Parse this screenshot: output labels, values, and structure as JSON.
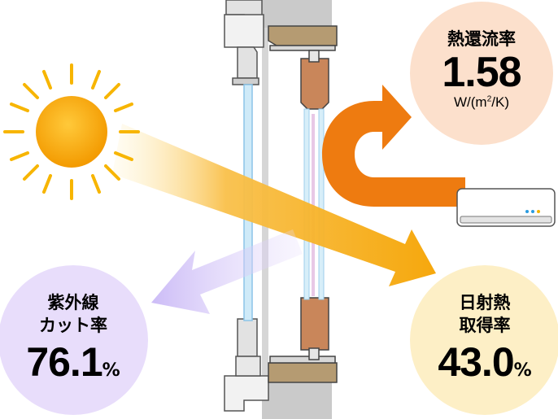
{
  "heat_transfer": {
    "label": "熱還流率",
    "value": "1.58",
    "unit_prefix": "W/(m",
    "unit_sup": "2",
    "unit_suffix": "/K)"
  },
  "uv_cut": {
    "label_line1": "紫外線",
    "label_line2": "カット率",
    "value": "76.1",
    "unit": "%"
  },
  "solar_gain": {
    "label_line1": "日射熱",
    "label_line2": "取得率",
    "value": "43.0",
    "unit": "%"
  },
  "colors": {
    "sun": "#F7A800",
    "sun_ray": "#F7B500",
    "solar_beam": "#F5A300",
    "uv_beam": "#C9B8F5",
    "heat_arrow": "#EE7B10",
    "heat_circle": "#FCE0CC",
    "uv_circle": "#E8DDFB",
    "solar_circle": "#FDEFC6",
    "wall_gray": "#C8C8C8",
    "frame_wood": "#C9865A",
    "sill_brown": "#B09870",
    "glass_blue": "#A9D8F2"
  },
  "icons": {
    "sun": "sun-icon",
    "air_conditioner": "air-conditioner-icon",
    "heat_return_arrow": "curved-arrow-icon"
  }
}
